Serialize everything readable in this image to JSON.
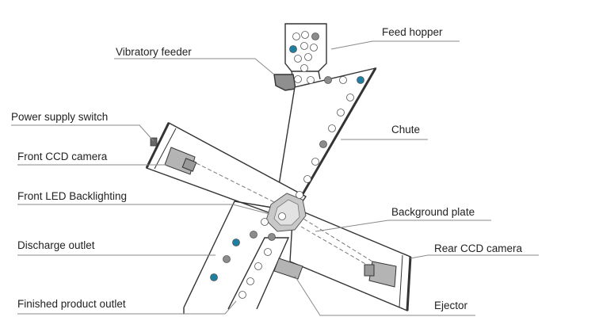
{
  "labels": {
    "feed_hopper": "Feed hopper",
    "vibratory_feeder": "Vibratory feeder",
    "power_supply_switch": "Power supply switch",
    "chute": "Chute",
    "front_ccd_camera": "Front CCD camera",
    "front_led_backlighting": "Front LED Backlighting",
    "background_plate": "Background plate",
    "discharge_outlet": "Discharge outlet",
    "rear_ccd_camera": "Rear CCD camera",
    "finished_product_outlet": "Finished product outlet",
    "ejector": "Ejector"
  },
  "colors": {
    "outline": "#333333",
    "leader_line": "#8a8a8a",
    "good_particle": "#ffffff",
    "grey_particle": "#8c8c8c",
    "blue_particle": "#1f7fa3",
    "camera_body": "#b4b4b4",
    "light_core": "#c8c8c8"
  },
  "particle_legend_note": ""
}
